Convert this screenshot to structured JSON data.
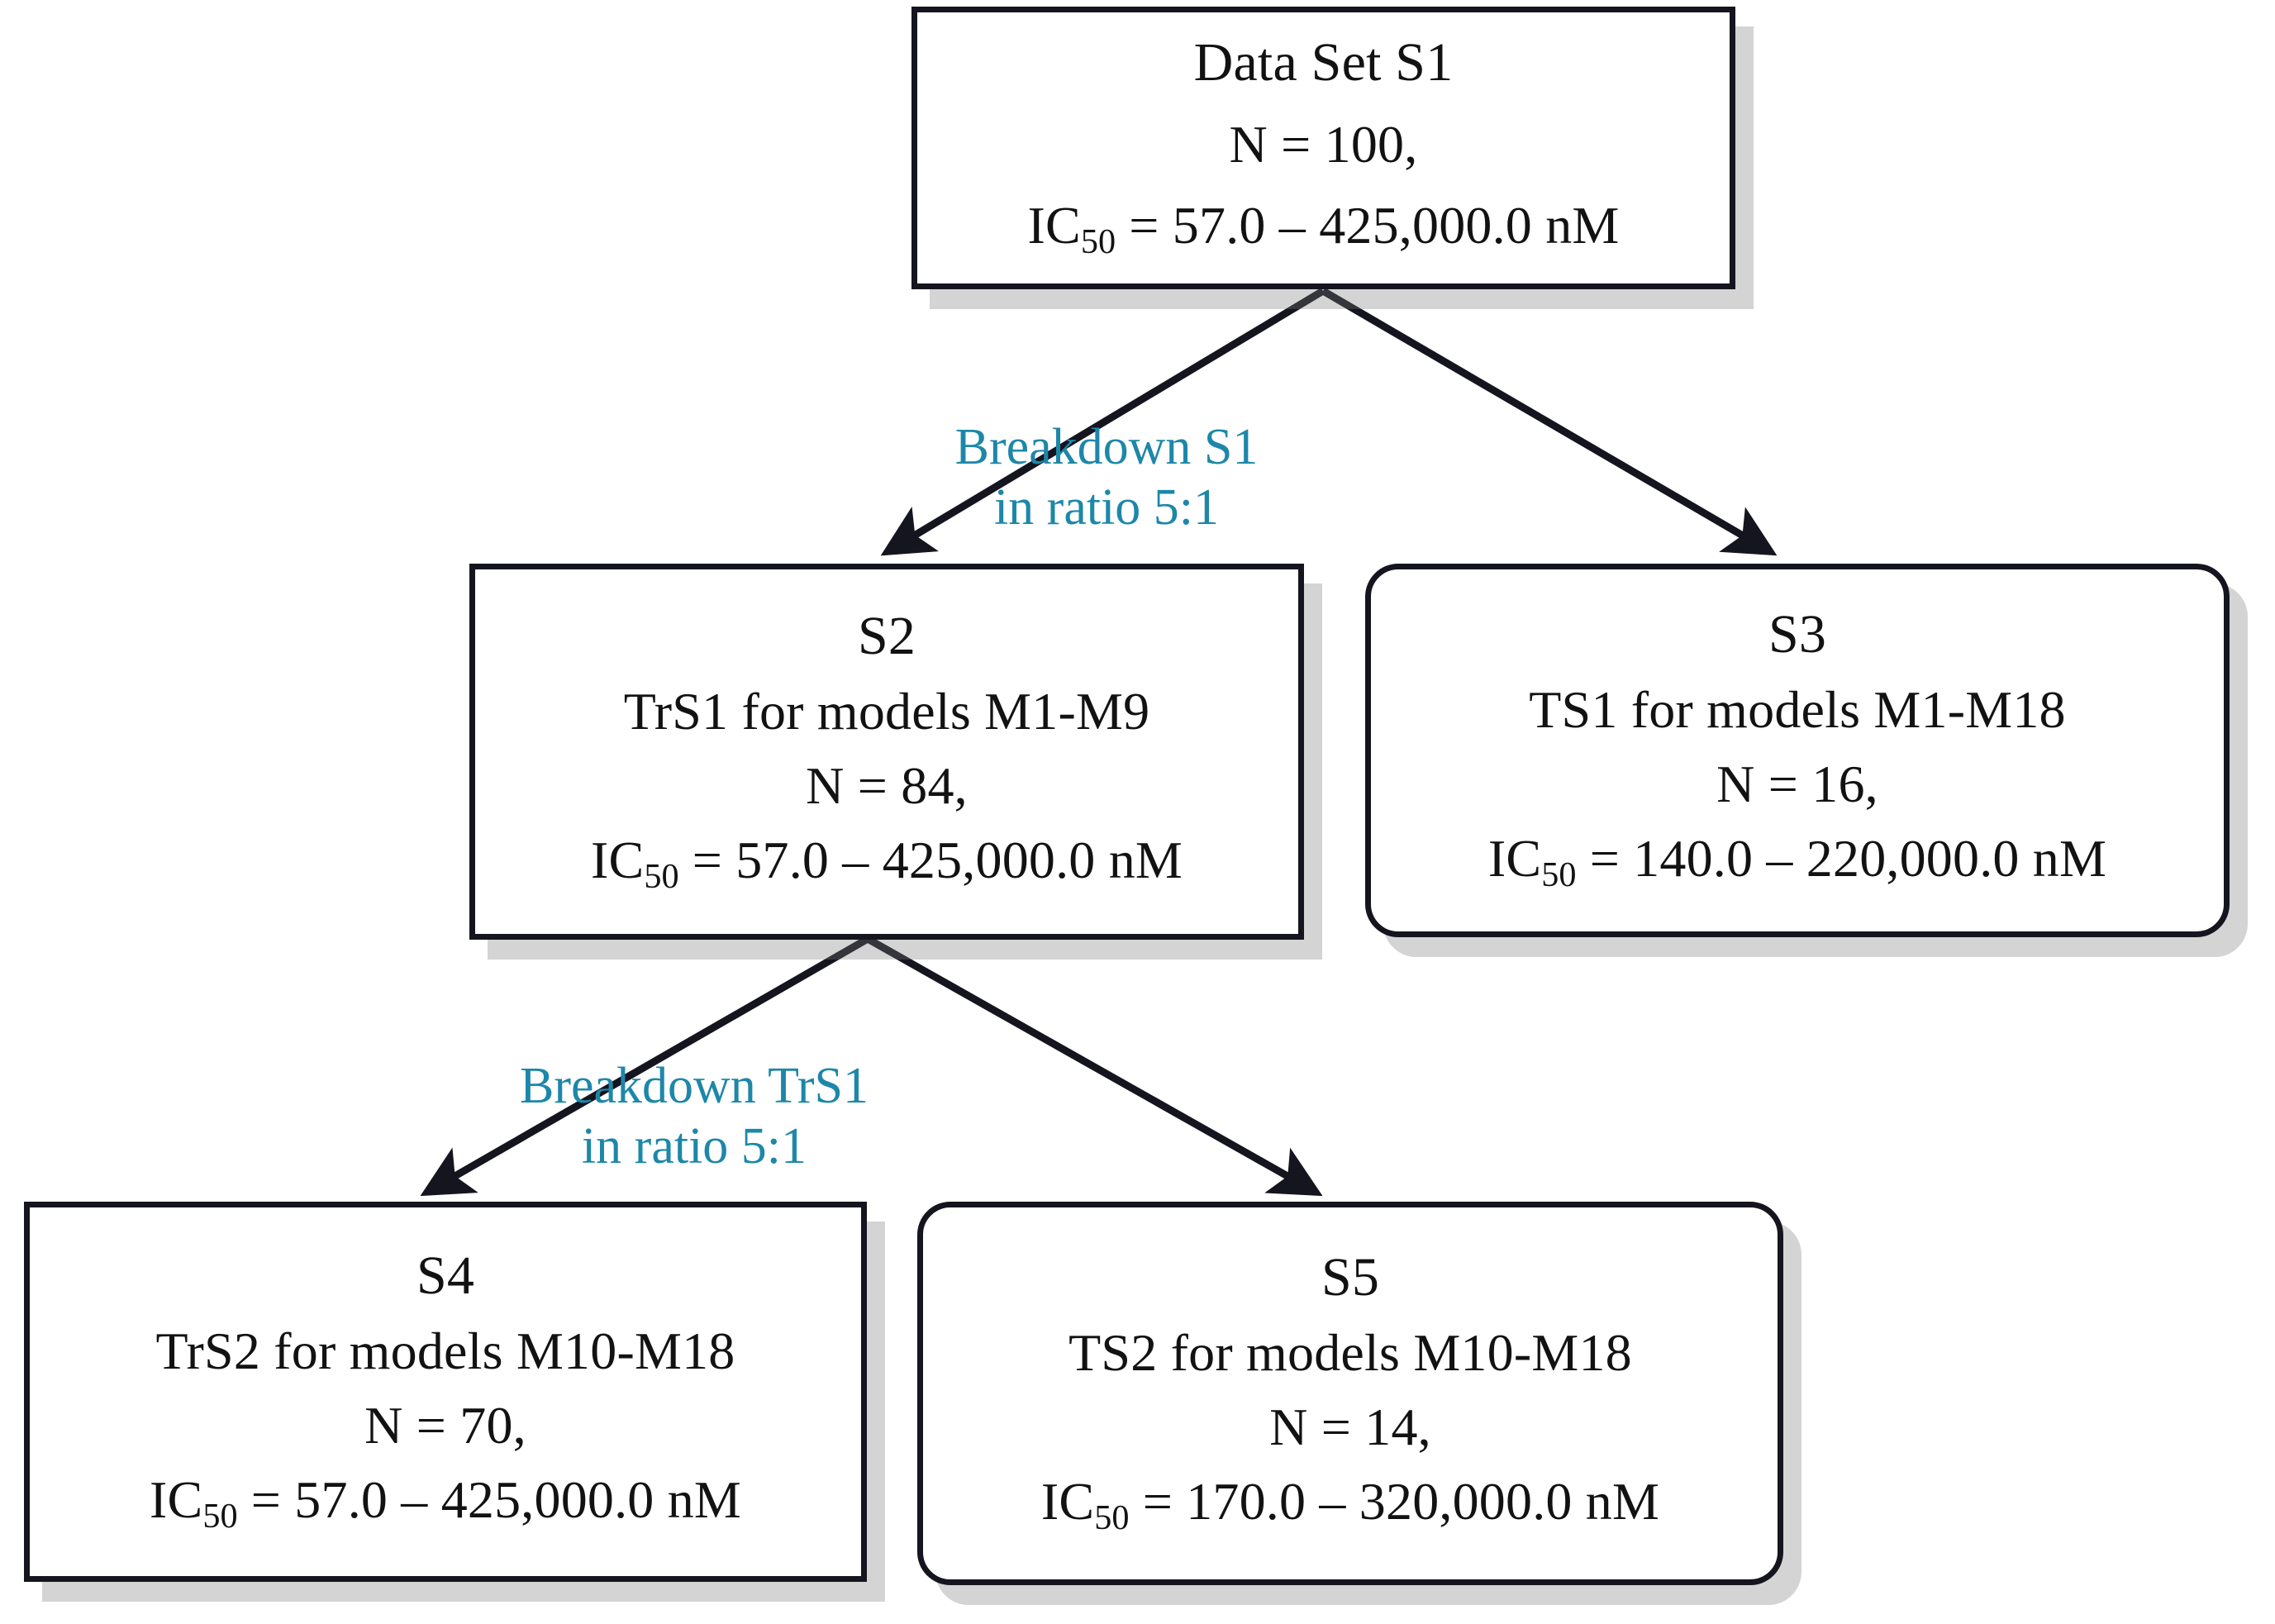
{
  "diagram": {
    "title": "Data Set S1 breakdown flowchart",
    "accent_color": "#1d87a9",
    "line_color": "#15151f",
    "background": "#ffffff"
  },
  "nodes": {
    "s1": {
      "id": "S1",
      "title": "Data Set S1",
      "count": "N = 100,",
      "ic_label": "IC",
      "ic_subscript": "50",
      "ic_value": " = 57.0  –  425,000.0 nM",
      "shape": "square"
    },
    "s2": {
      "id": "S2",
      "title": "S2",
      "role": "TrS1 for models M1-M9",
      "count": "N = 84,",
      "ic_label": "IC",
      "ic_subscript": "50",
      "ic_value": " = 57.0  –  425,000.0 nM",
      "shape": "square"
    },
    "s3": {
      "id": "S3",
      "title": "S3",
      "role": "TS1 for models M1-M18",
      "count": "N = 16,",
      "ic_label": "IC",
      "ic_subscript": "50",
      "ic_value": " = 140.0  –  220,000.0 nM",
      "shape": "rounded"
    },
    "s4": {
      "id": "S4",
      "title": "S4",
      "role": "TrS2 for models M10-M18",
      "count": "N = 70,",
      "ic_label": "IC",
      "ic_subscript": "50",
      "ic_value": " = 57.0  –  425,000.0 nM",
      "shape": "square"
    },
    "s5": {
      "id": "S5",
      "title": "S5",
      "role": "TS2 for models M10-M18",
      "count": "N = 14,",
      "ic_label": "IC",
      "ic_subscript": "50",
      "ic_value": " = 170.0  –  320,000.0 nM",
      "shape": "rounded"
    }
  },
  "edge_labels": {
    "split_1": {
      "line1": "Breakdown S1",
      "line2": "in ratio 5:1"
    },
    "split_2": {
      "line1": "Breakdown TrS1",
      "line2": "in ratio 5:1"
    }
  }
}
